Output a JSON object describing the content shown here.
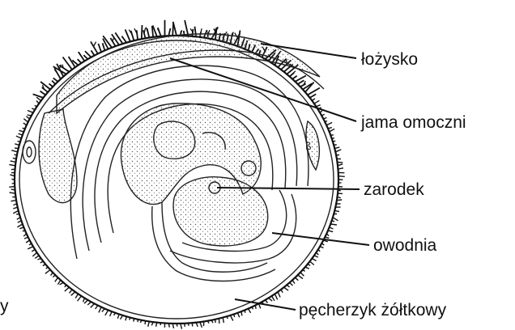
{
  "labels": {
    "placenta": "łożysko",
    "amniotic_cavity": "jama omoczni",
    "embryo": "zarodek",
    "amnion": "owodnia",
    "yolk_sac": "pęcherzyk żółtkowy",
    "cut_left_edge": "y"
  },
  "colors": {
    "ink": "#111111",
    "background": "#ffffff"
  }
}
